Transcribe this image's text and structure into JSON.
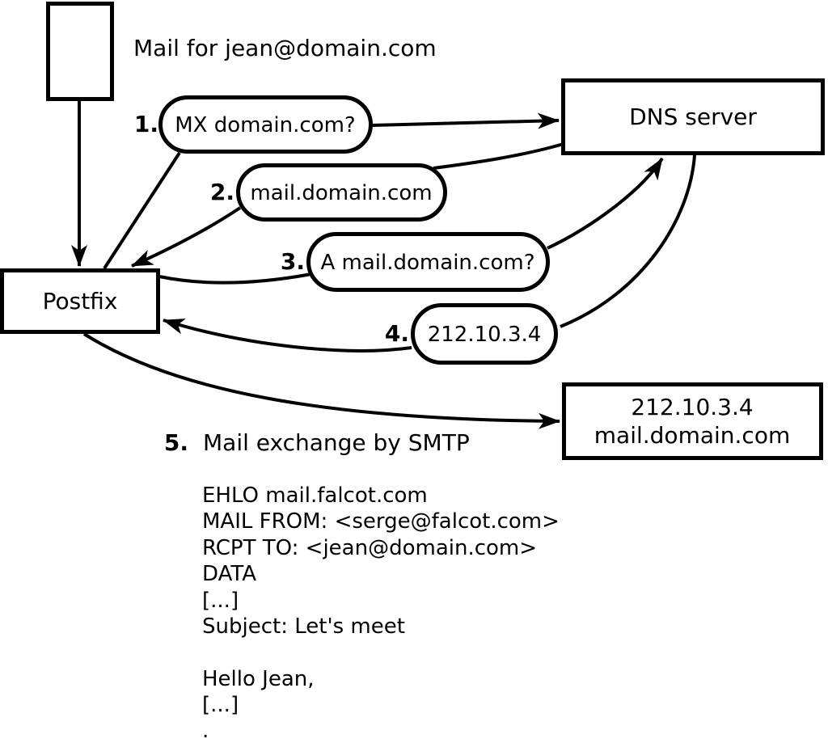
{
  "note": "Mail for jean@domain.com",
  "nodes": {
    "postfix": {
      "label": "Postfix"
    },
    "dns": {
      "label": "DNS server"
    },
    "mail_server": {
      "line1": "212.10.3.4",
      "line2": "mail.domain.com"
    }
  },
  "steps": [
    {
      "num": "1.",
      "label": "MX domain.com?"
    },
    {
      "num": "2.",
      "label": "mail.domain.com"
    },
    {
      "num": "3.",
      "label": "A mail.domain.com?"
    },
    {
      "num": "4.",
      "label": "212.10.3.4"
    },
    {
      "num": "5.",
      "label": "Mail exchange by SMTP"
    }
  ],
  "smtp_session": [
    "EHLO mail.falcot.com",
    "MAIL FROM: <serge@falcot.com>",
    "RCPT TO: <jean@domain.com>",
    "DATA",
    "[...]",
    "Subject: Let's meet",
    "",
    "Hello Jean,",
    "[...]",
    "."
  ],
  "colors": {
    "stroke": "#000000",
    "background": "#ffffff"
  }
}
